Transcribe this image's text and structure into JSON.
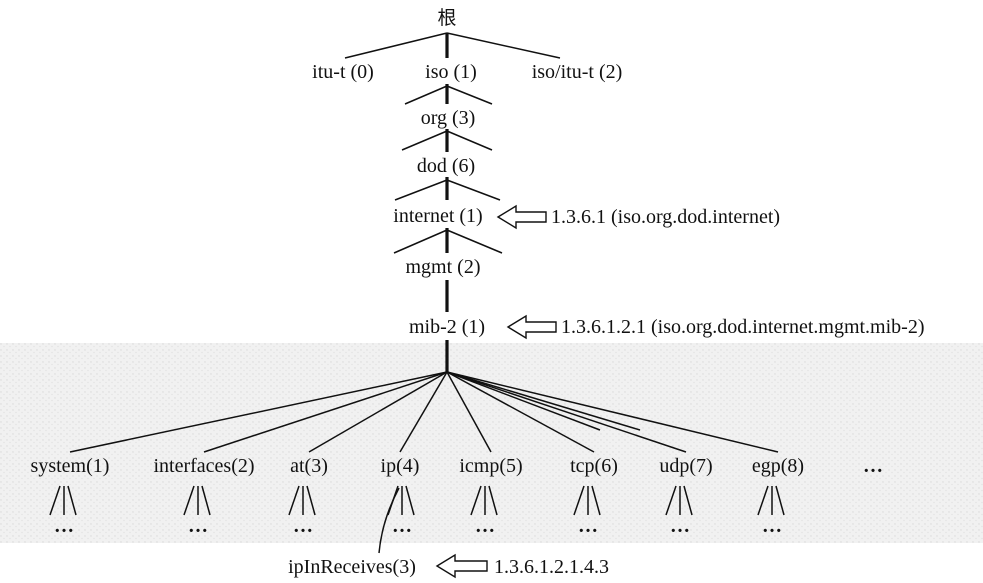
{
  "root": "根",
  "level1": [
    {
      "label": "itu-t (0)"
    },
    {
      "label": "iso (1)"
    },
    {
      "label": "iso/itu-t (2)"
    }
  ],
  "chain": [
    {
      "label": "org (3)"
    },
    {
      "label": "dod (6)"
    },
    {
      "label": "internet (1)",
      "annotation": "1.3.6.1 (iso.org.dod.internet)"
    },
    {
      "label": "mgmt (2)"
    },
    {
      "label": "mib-2 (1)",
      "annotation": "1.3.6.1.2.1 (iso.org.dod.internet.mgmt.mib-2)"
    }
  ],
  "mib_children": [
    {
      "label": "system(1)"
    },
    {
      "label": "interfaces(2)"
    },
    {
      "label": "at(3)"
    },
    {
      "label": "ip(4)"
    },
    {
      "label": "icmp(5)"
    },
    {
      "label": "tcp(6)"
    },
    {
      "label": "udp(7)"
    },
    {
      "label": "egp(8)"
    },
    {
      "label": "…"
    }
  ],
  "ellipsis": "…",
  "leaf": {
    "label": "ipInReceives(3)",
    "annotation": "1.3.6.1.2.1.4.3"
  },
  "colors": {
    "line": "#111111",
    "band_background": "#f0f0f0"
  }
}
